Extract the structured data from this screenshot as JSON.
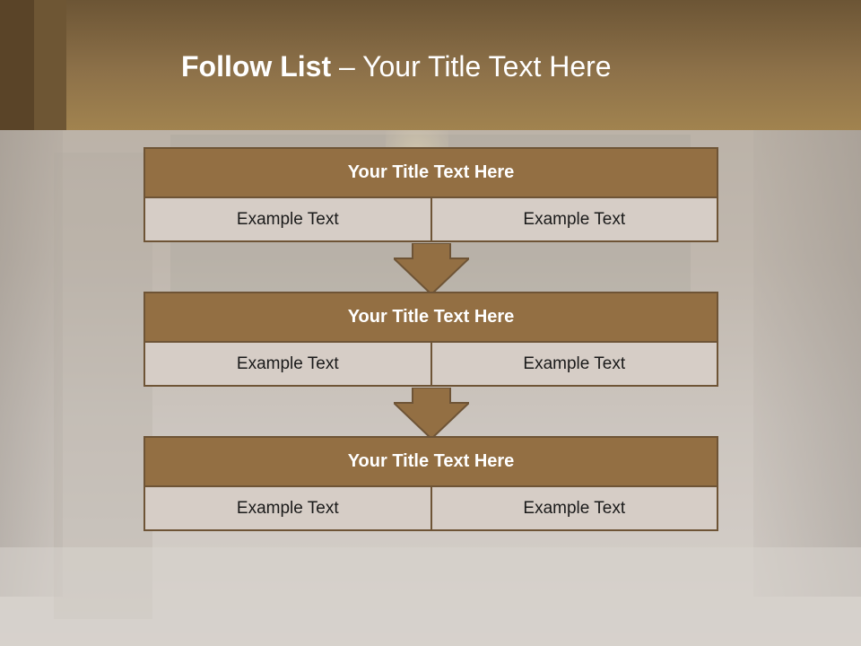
{
  "slide": {
    "title_bold": "Follow List",
    "title_rest": " – Your Title Text Here"
  },
  "blocks": [
    {
      "title": "Your Title Text Here",
      "left": "Example Text",
      "right": "Example Text"
    },
    {
      "title": "Your Title Text Here",
      "left": "Example Text",
      "right": "Example Text"
    },
    {
      "title": "Your Title Text Here",
      "left": "Example Text",
      "right": "Example Text"
    }
  ],
  "colors": {
    "accent": "#936f43",
    "border": "#6e5436",
    "cell": "#d6cdc6"
  }
}
